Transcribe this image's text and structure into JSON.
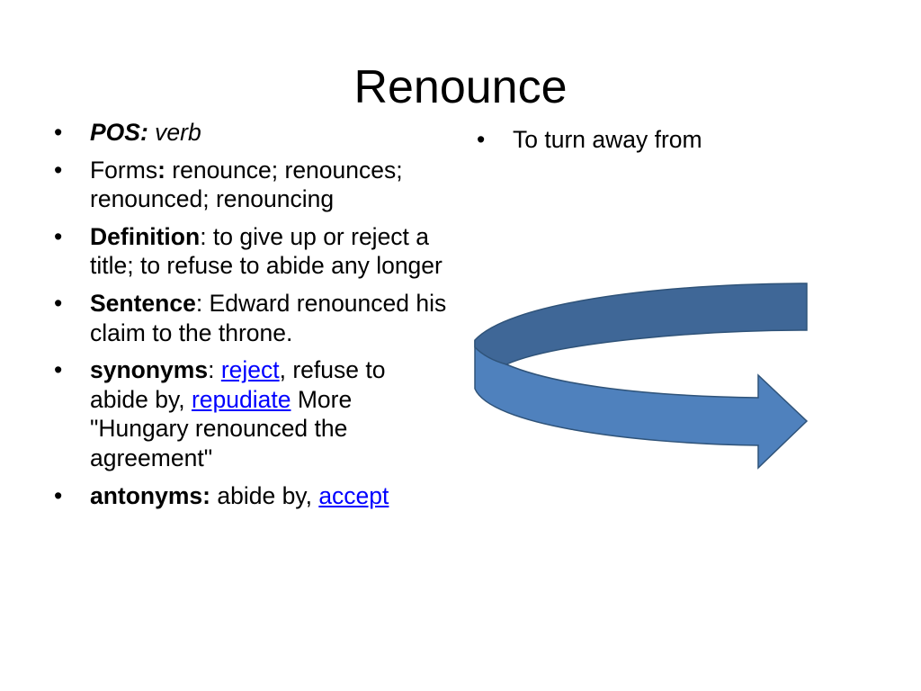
{
  "title": "Renounce",
  "left_bullets": {
    "pos": {
      "label": "POS:",
      "value": " verb"
    },
    "forms": {
      "label": "Forms",
      "colon": ":",
      "value": " renounce; renounces; renounced; renouncing"
    },
    "definition": {
      "label": "Definition",
      "value": ": to give up or reject a title; to refuse to abide any longer"
    },
    "sentence": {
      "label": "Sentence",
      "value": ": Edward renounced his claim to the throne."
    },
    "synonyms": {
      "label": "synonyms",
      "sep1": ": ",
      "link1": "reject",
      "mid": ", refuse to abide by, ",
      "link2": "repudiate",
      "rest": " More \"Hungary renounced the agreement\""
    },
    "antonyms": {
      "label": "antonyms:",
      "mid": " abide by, ",
      "link": "accept"
    }
  },
  "right_bullets": [
    "To turn away from"
  ],
  "colors": {
    "link": "#0000ff",
    "arrow_top": "#3f6797",
    "arrow_bottom": "#4f81bd",
    "arrow_stroke": "#2f5379"
  },
  "arrow_icon": "u-turn-arrow-icon"
}
